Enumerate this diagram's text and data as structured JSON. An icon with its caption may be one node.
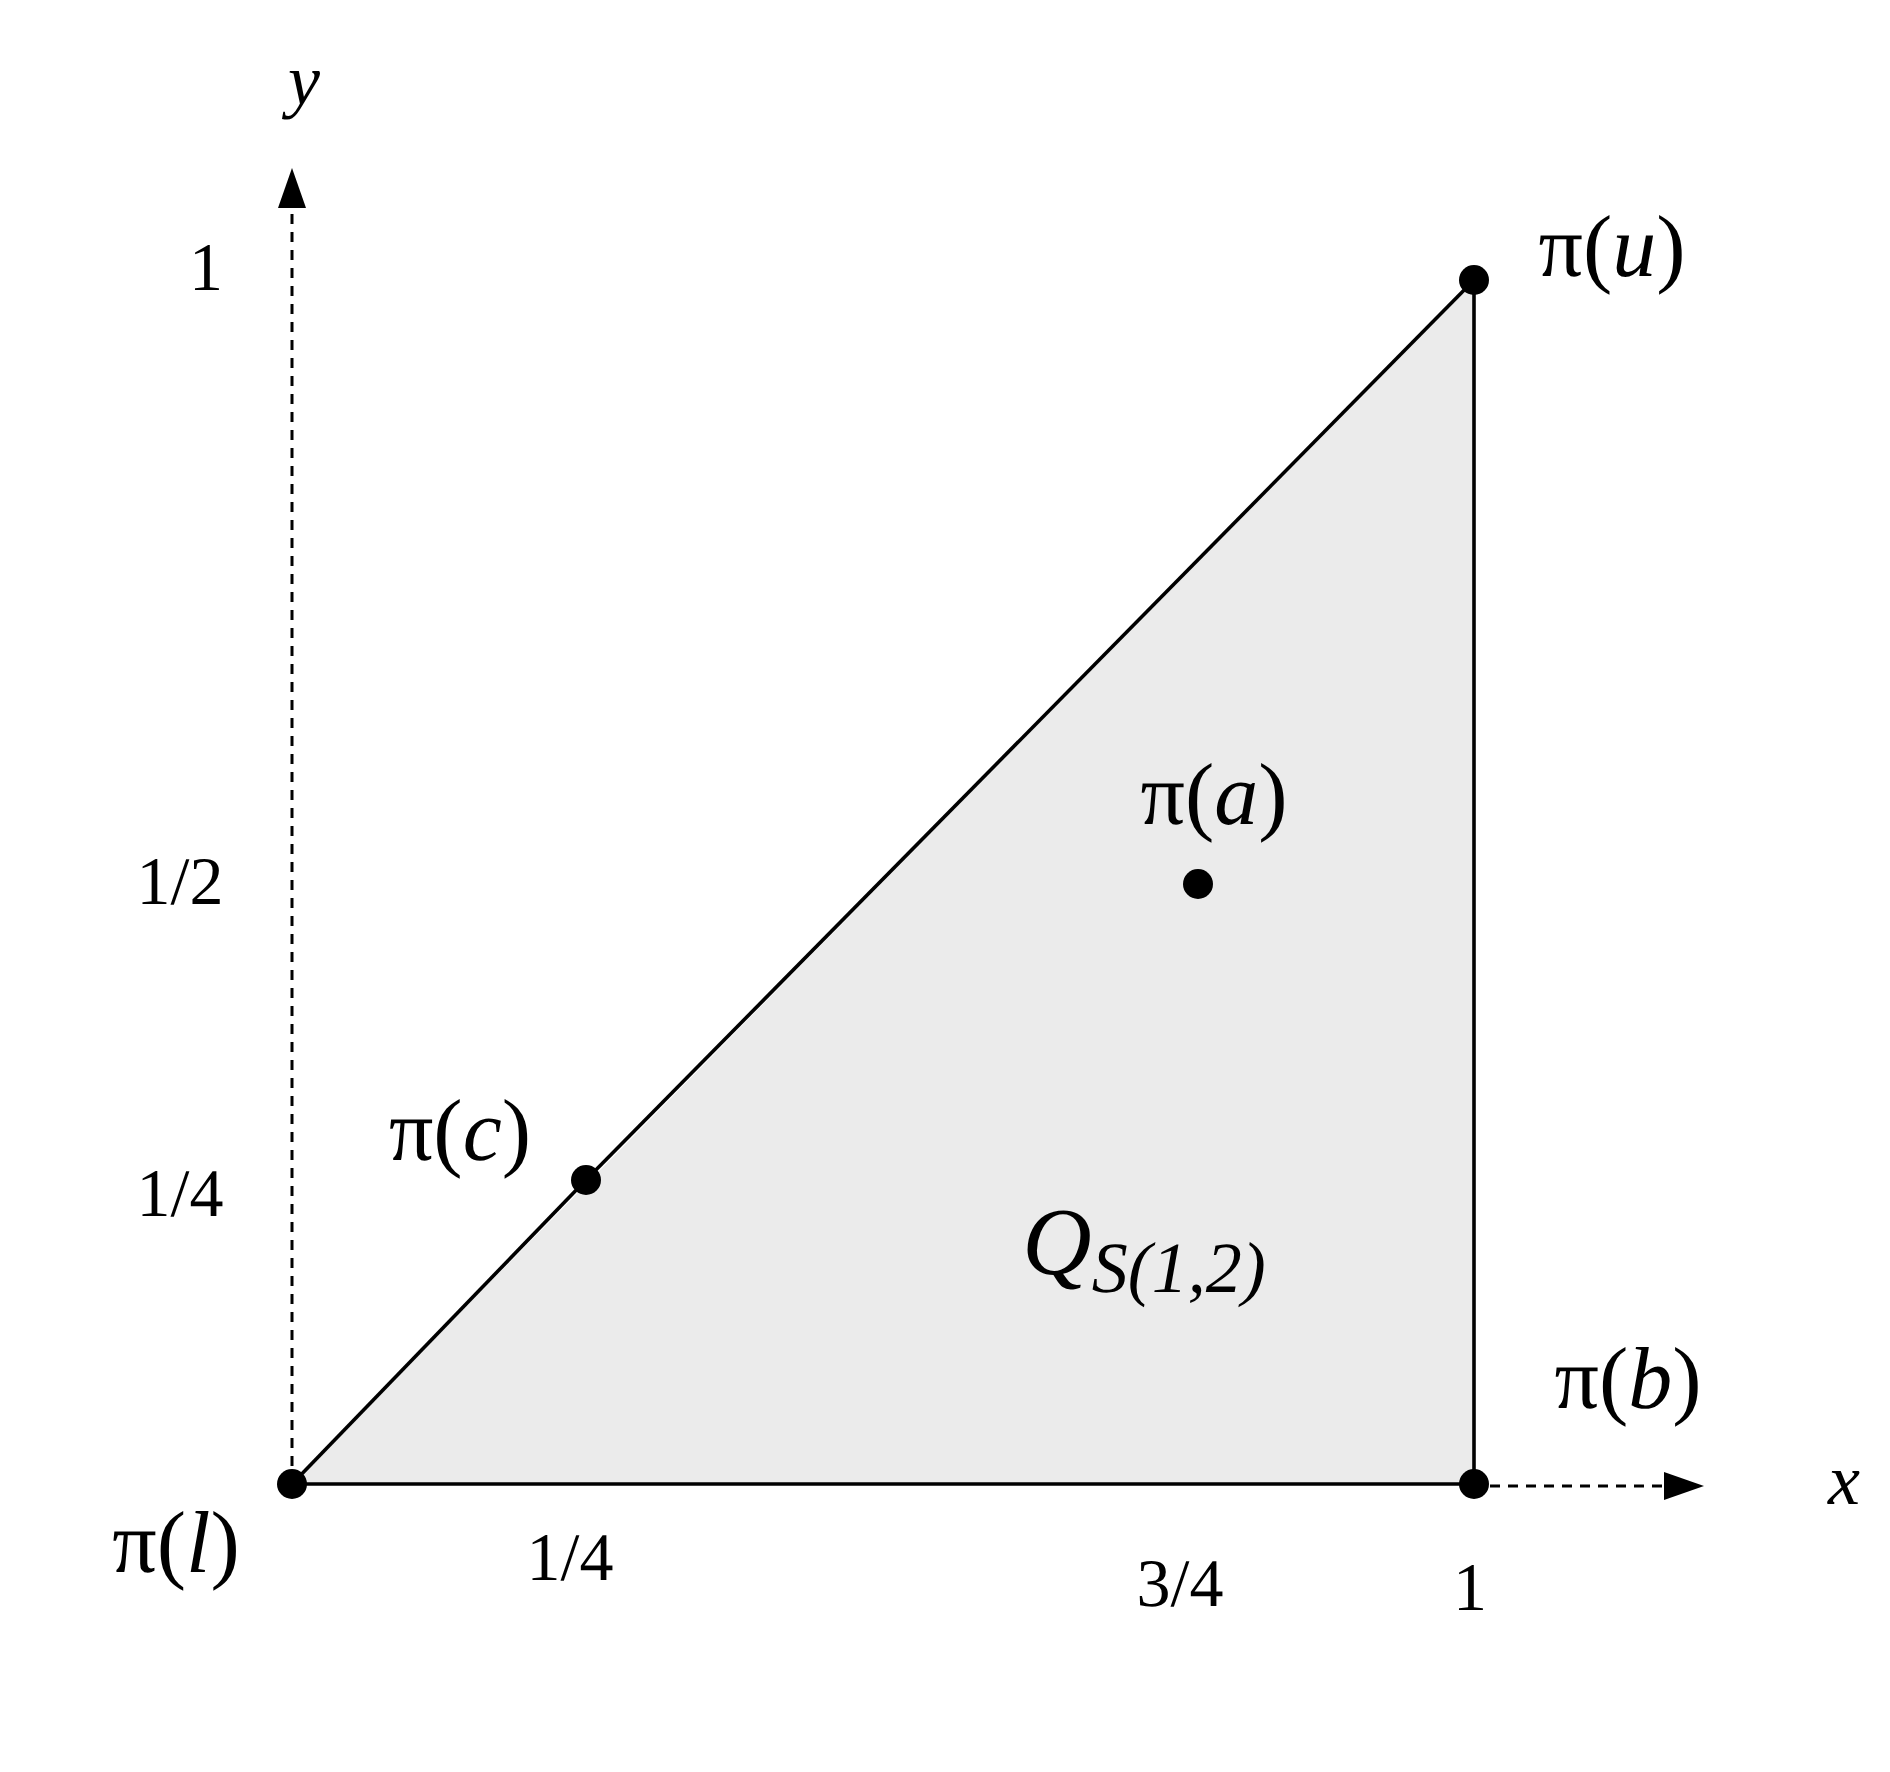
{
  "diagram": {
    "nodes": [
      {
        "text": [],
        "shape": "circle",
        "beside": [
          "π(*l*)"
        ]
      },
      {
        "text": [],
        "shape": "circle",
        "beside": [
          "π(*b*)"
        ]
      },
      {
        "text": [],
        "shape": "circle",
        "beside": [
          "π(*u*)"
        ]
      },
      {
        "text": [],
        "shape": "circle",
        "beside": [
          "π(*c*)"
        ]
      },
      {
        "text": [],
        "shape": "circle",
        "beside": [
          "π(*a*)"
        ]
      }
    ],
    "edges": [
      {
        "from": 0,
        "to": 1,
        "arrow": "none"
      },
      {
        "from": 1,
        "to": 2,
        "arrow": "none"
      },
      {
        "from": 0,
        "to": 3,
        "arrow": "none"
      },
      {
        "from": 3,
        "to": 2,
        "arrow": "none"
      }
    ],
    "labels": [
      "y",
      "1",
      "1/2",
      "1/4",
      "x",
      "1/4",
      "3/4",
      "1",
      "Q$_{S(1,2)}$"
    ]
  }
}
